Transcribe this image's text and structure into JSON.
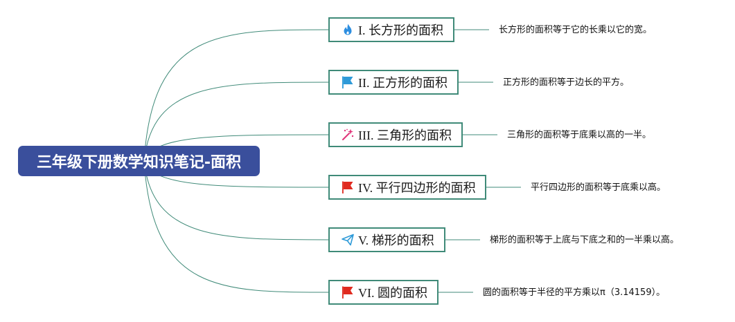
{
  "root": {
    "title": "三年级下册数学知识笔记-面积"
  },
  "topics": [
    {
      "label": "I. 长方形的面积",
      "icon": "flame-icon",
      "icon_color": "#2d8ee0",
      "note": "长方形的面积等于它的长乘以它的宽。"
    },
    {
      "label": "II. 正方形的面积",
      "icon": "flag-icon",
      "icon_color": "#2e9ad8",
      "note": "正方形的面积等于边长的平方。"
    },
    {
      "label": "III. 三角形的面积",
      "icon": "magic-wand-icon",
      "icon_color": "#e0337a",
      "note": "三角形的面积等于底乘以高的一半。"
    },
    {
      "label": "IV. 平行四边形的面积",
      "icon": "flag-icon",
      "icon_color": "#e02a1f",
      "note": "平行四边形的面积等于底乘以高。"
    },
    {
      "label": "V. 梯形的面积",
      "icon": "send-icon",
      "icon_color": "#2e9ad8",
      "note": "梯形的面积等于上底与下底之和的一半乘以高。"
    },
    {
      "label": "VI. 圆的面积",
      "icon": "flag-icon",
      "icon_color": "#e02a1f",
      "note": "圆的面积等于半径的平方乘以π（3.14159）。"
    }
  ],
  "colors": {
    "root_fill": "#3a4f9c",
    "topic_border": "#3f8a78",
    "connector": "#3f8a78"
  }
}
